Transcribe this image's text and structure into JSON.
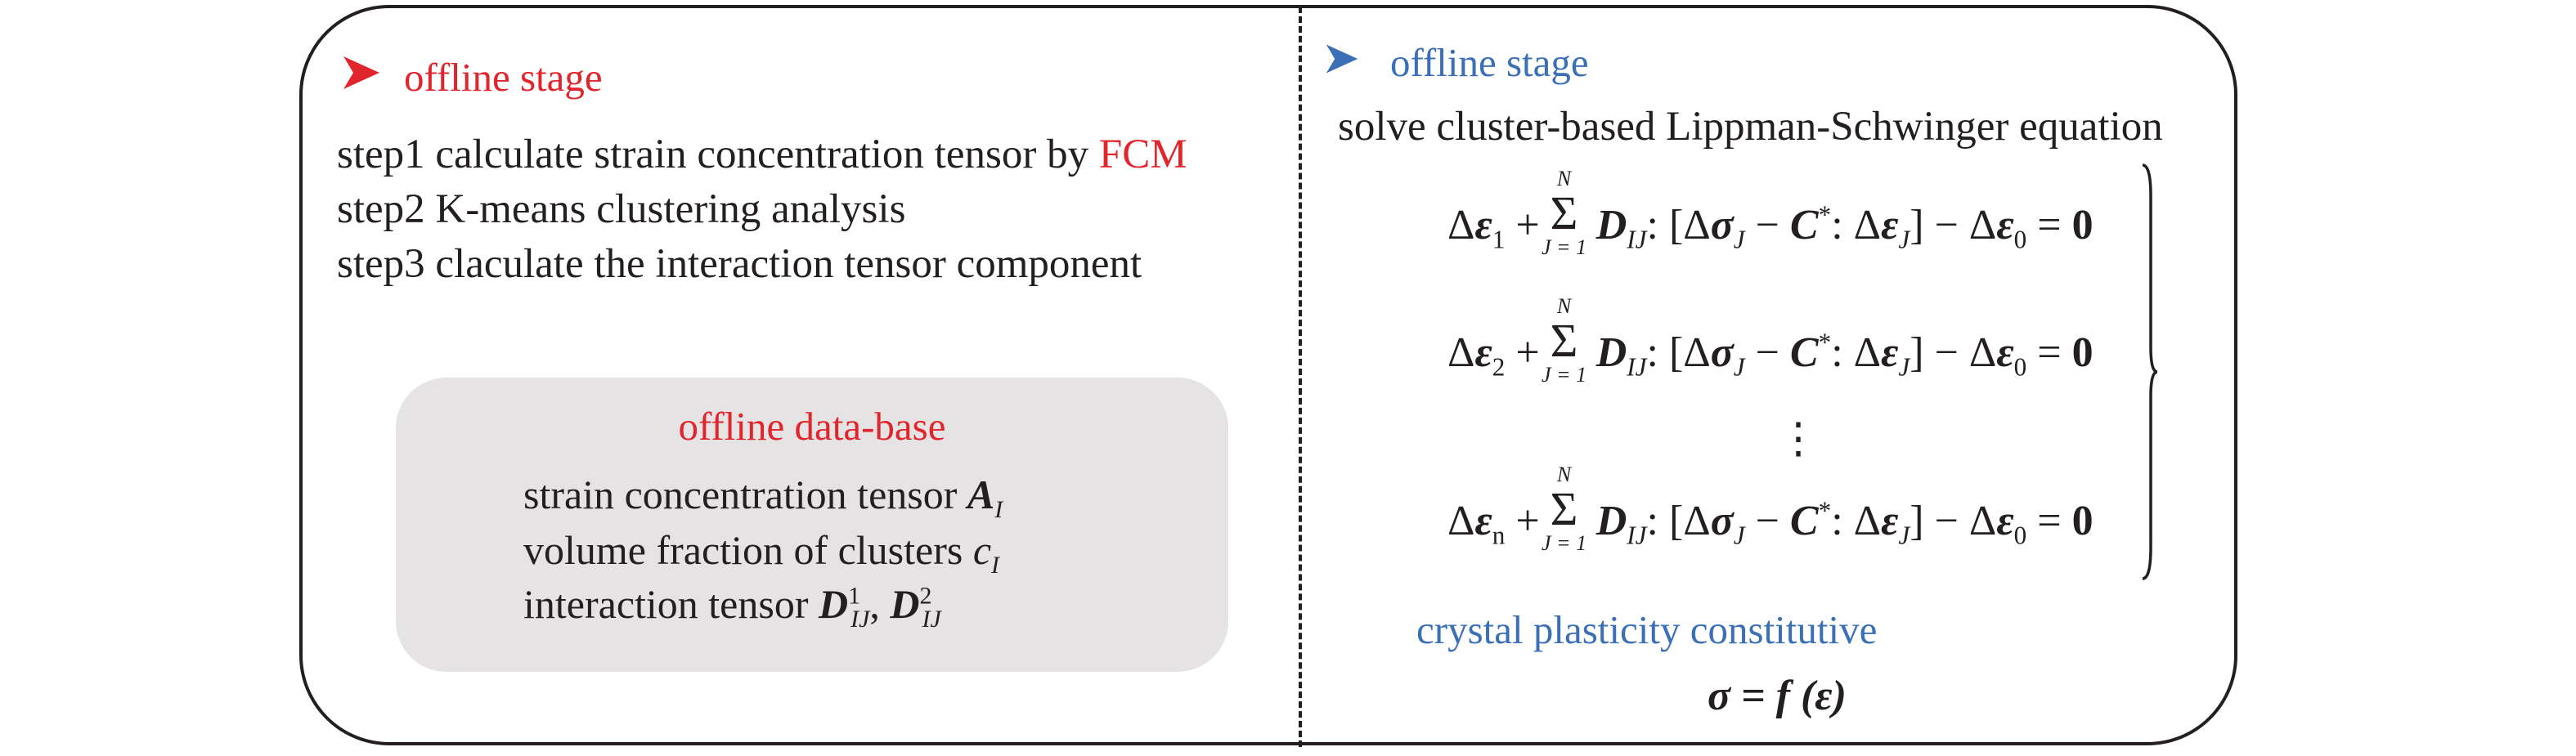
{
  "left": {
    "heading": "offline stage",
    "steps": [
      "step1 calculate strain concentration tensor by ",
      "step2 K-means clustering analysis",
      "step3 claculate the interaction tensor component"
    ],
    "step1_highlight": "FCM",
    "database": {
      "title": "offline data-base",
      "items": [
        {
          "text": "strain concentration tensor ",
          "symbol": "A",
          "sub": "I"
        },
        {
          "text": "volume fraction of clusters ",
          "symbol": "c",
          "sub": "I"
        },
        {
          "text": "interaction tensor ",
          "symbol": "D",
          "sub": "IJ",
          "sup1": "1",
          "sup2": "2",
          "sep": ", "
        }
      ]
    }
  },
  "right": {
    "heading": "offline stage",
    "subtitle": "solve cluster-based Lippman-Schwinger equation",
    "equations": {
      "delta": "Δ",
      "eps": "ε",
      "subs": [
        "1",
        "2",
        "n"
      ],
      "sum_upper": "N",
      "sum_lower": "J = 1",
      "sigma_sym": "Σ",
      "rest_D": "D",
      "rest_D_sub": "IJ",
      "vdots": "⋮",
      "zero": "0",
      "eps0_sub": "0"
    },
    "constitutive_heading": "crystal plasticity constitutive",
    "constitutive_formula": "σ = f (ε)"
  },
  "colors": {
    "red": "#e1252c",
    "blue": "#3b6fb6",
    "text": "#231f20",
    "database_bg": "#e5e3e3"
  },
  "icons": {
    "left_arrow": "arrowhead-icon",
    "right_arrow": "arrowhead-icon"
  }
}
